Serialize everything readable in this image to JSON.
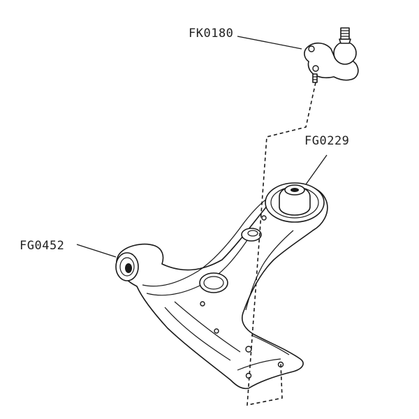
{
  "callouts": {
    "ball_joint": "FK0180",
    "rear_bushing": "FG0229",
    "front_bushing": "FG0452"
  }
}
